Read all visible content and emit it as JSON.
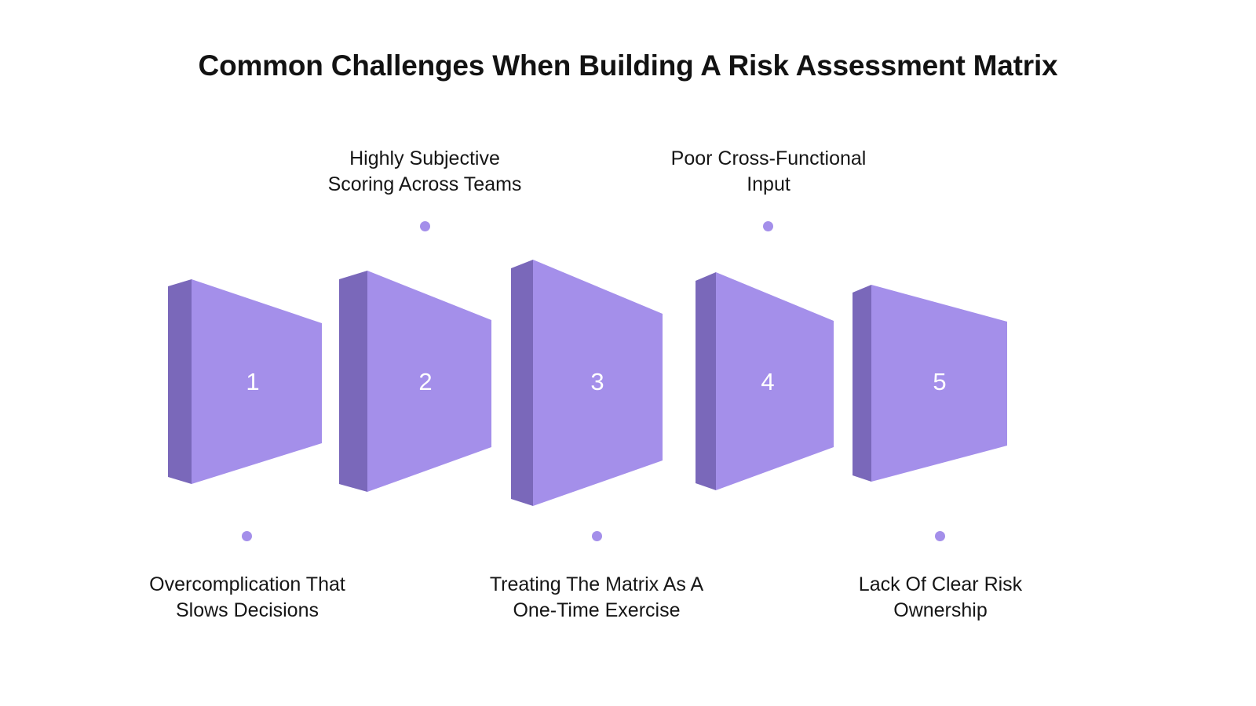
{
  "title": "Common Challenges When Building A Risk Assessment Matrix",
  "theme": {
    "background": "#ffffff",
    "title_color": "#121212",
    "label_color": "#161616",
    "funnel_front": "#A48FEA",
    "funnel_side": "#7A68BA",
    "dot_color": "#A48FEA",
    "number_color": "#ffffff"
  },
  "chart_data": {
    "type": "funnel",
    "title": "Common Challenges When Building A Risk Assessment Matrix",
    "orientation": "horizontal-3d",
    "legend": "none",
    "grid": false,
    "categories": [
      "Overcomplication That\nSlows Decisions",
      "Highly Subjective\nScoring Across Teams",
      "Treating The Matrix As A\nOne-Time Exercise",
      "Poor Cross-Functional\nInput",
      "Lack Of Clear Risk\nOwnership"
    ],
    "values": [
      1,
      2,
      3,
      4,
      5
    ],
    "xlabel": "",
    "ylabel": ""
  },
  "steps": [
    {
      "number": "1",
      "label": "Overcomplication That\nSlows Decisions",
      "label_position": "bottom"
    },
    {
      "number": "2",
      "label": "Highly Subjective\nScoring Across Teams",
      "label_position": "top"
    },
    {
      "number": "3",
      "label": "Treating The Matrix As A\nOne-Time Exercise",
      "label_position": "bottom"
    },
    {
      "number": "4",
      "label": "Poor Cross-Functional\nInput",
      "label_position": "top"
    },
    {
      "number": "5",
      "label": "Lack Of Clear Risk\nOwnership",
      "label_position": "bottom"
    }
  ]
}
